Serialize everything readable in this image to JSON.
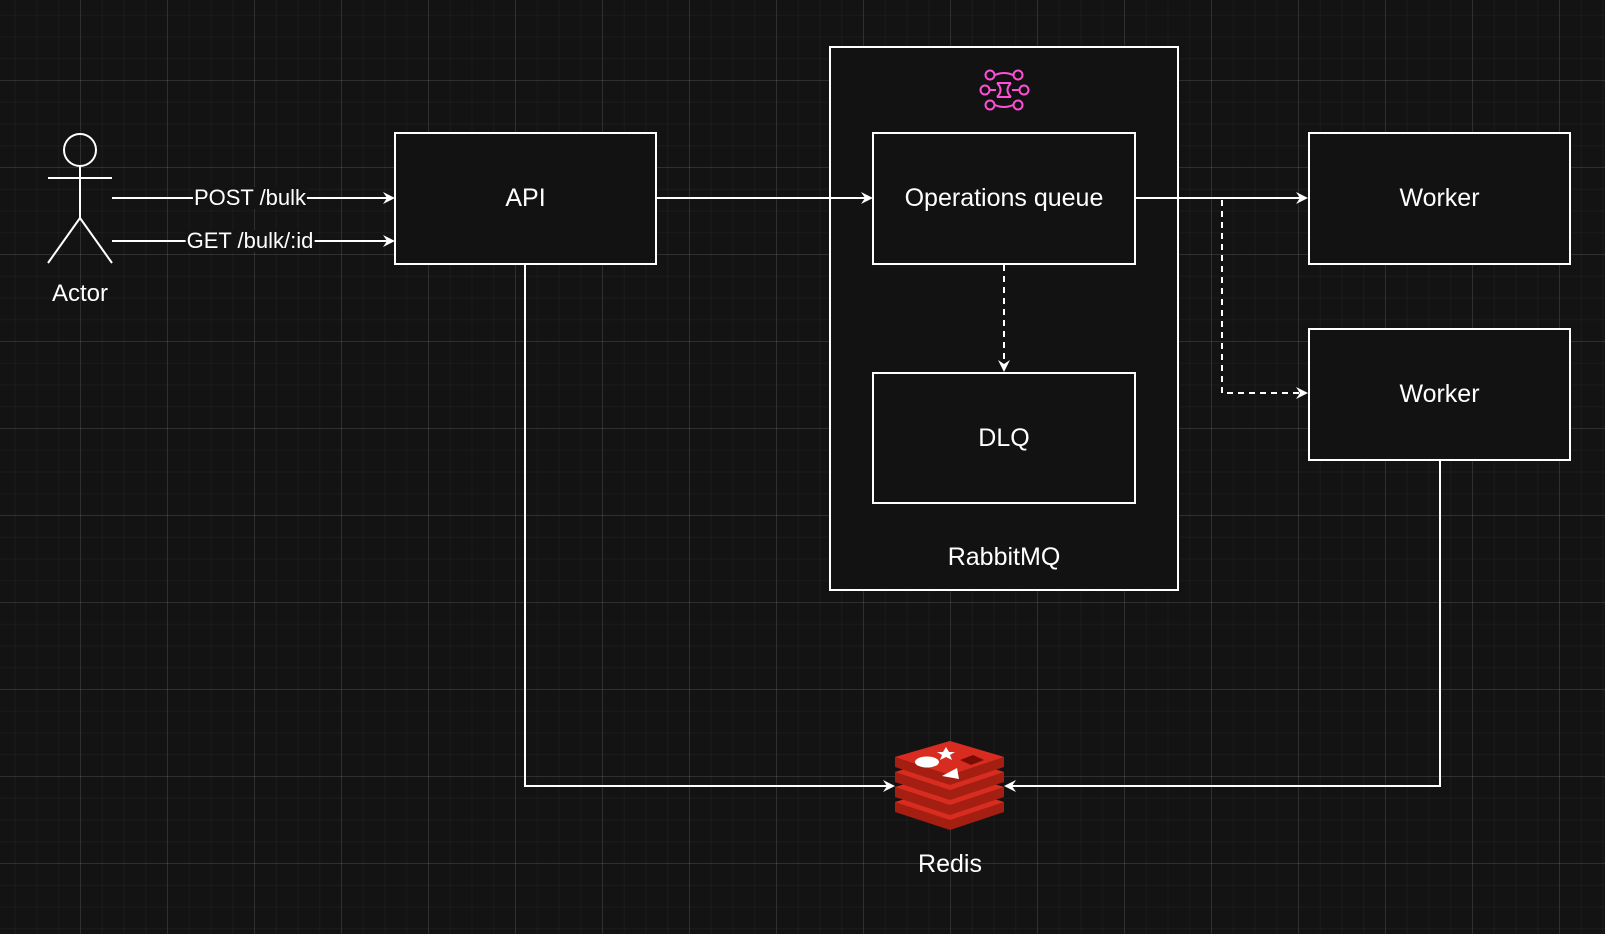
{
  "actor": {
    "label": "Actor"
  },
  "edges": {
    "post_label": "POST /bulk",
    "get_label": "GET /bulk/:id"
  },
  "nodes": {
    "api": "API",
    "operations_queue": "Operations queue",
    "dlq": "DLQ",
    "worker_1": "Worker",
    "worker_2": "Worker",
    "redis": "Redis"
  },
  "containers": {
    "rabbitmq": "RabbitMQ"
  },
  "icons": {
    "rabbitmq_icon": "amazon-mq-broker-icon",
    "redis_icon": "redis-logo-icon"
  },
  "colors": {
    "background": "#131313",
    "stroke": "#ffffff",
    "mq_icon": "#ff4fd8",
    "redis_red": "#c6302b"
  }
}
